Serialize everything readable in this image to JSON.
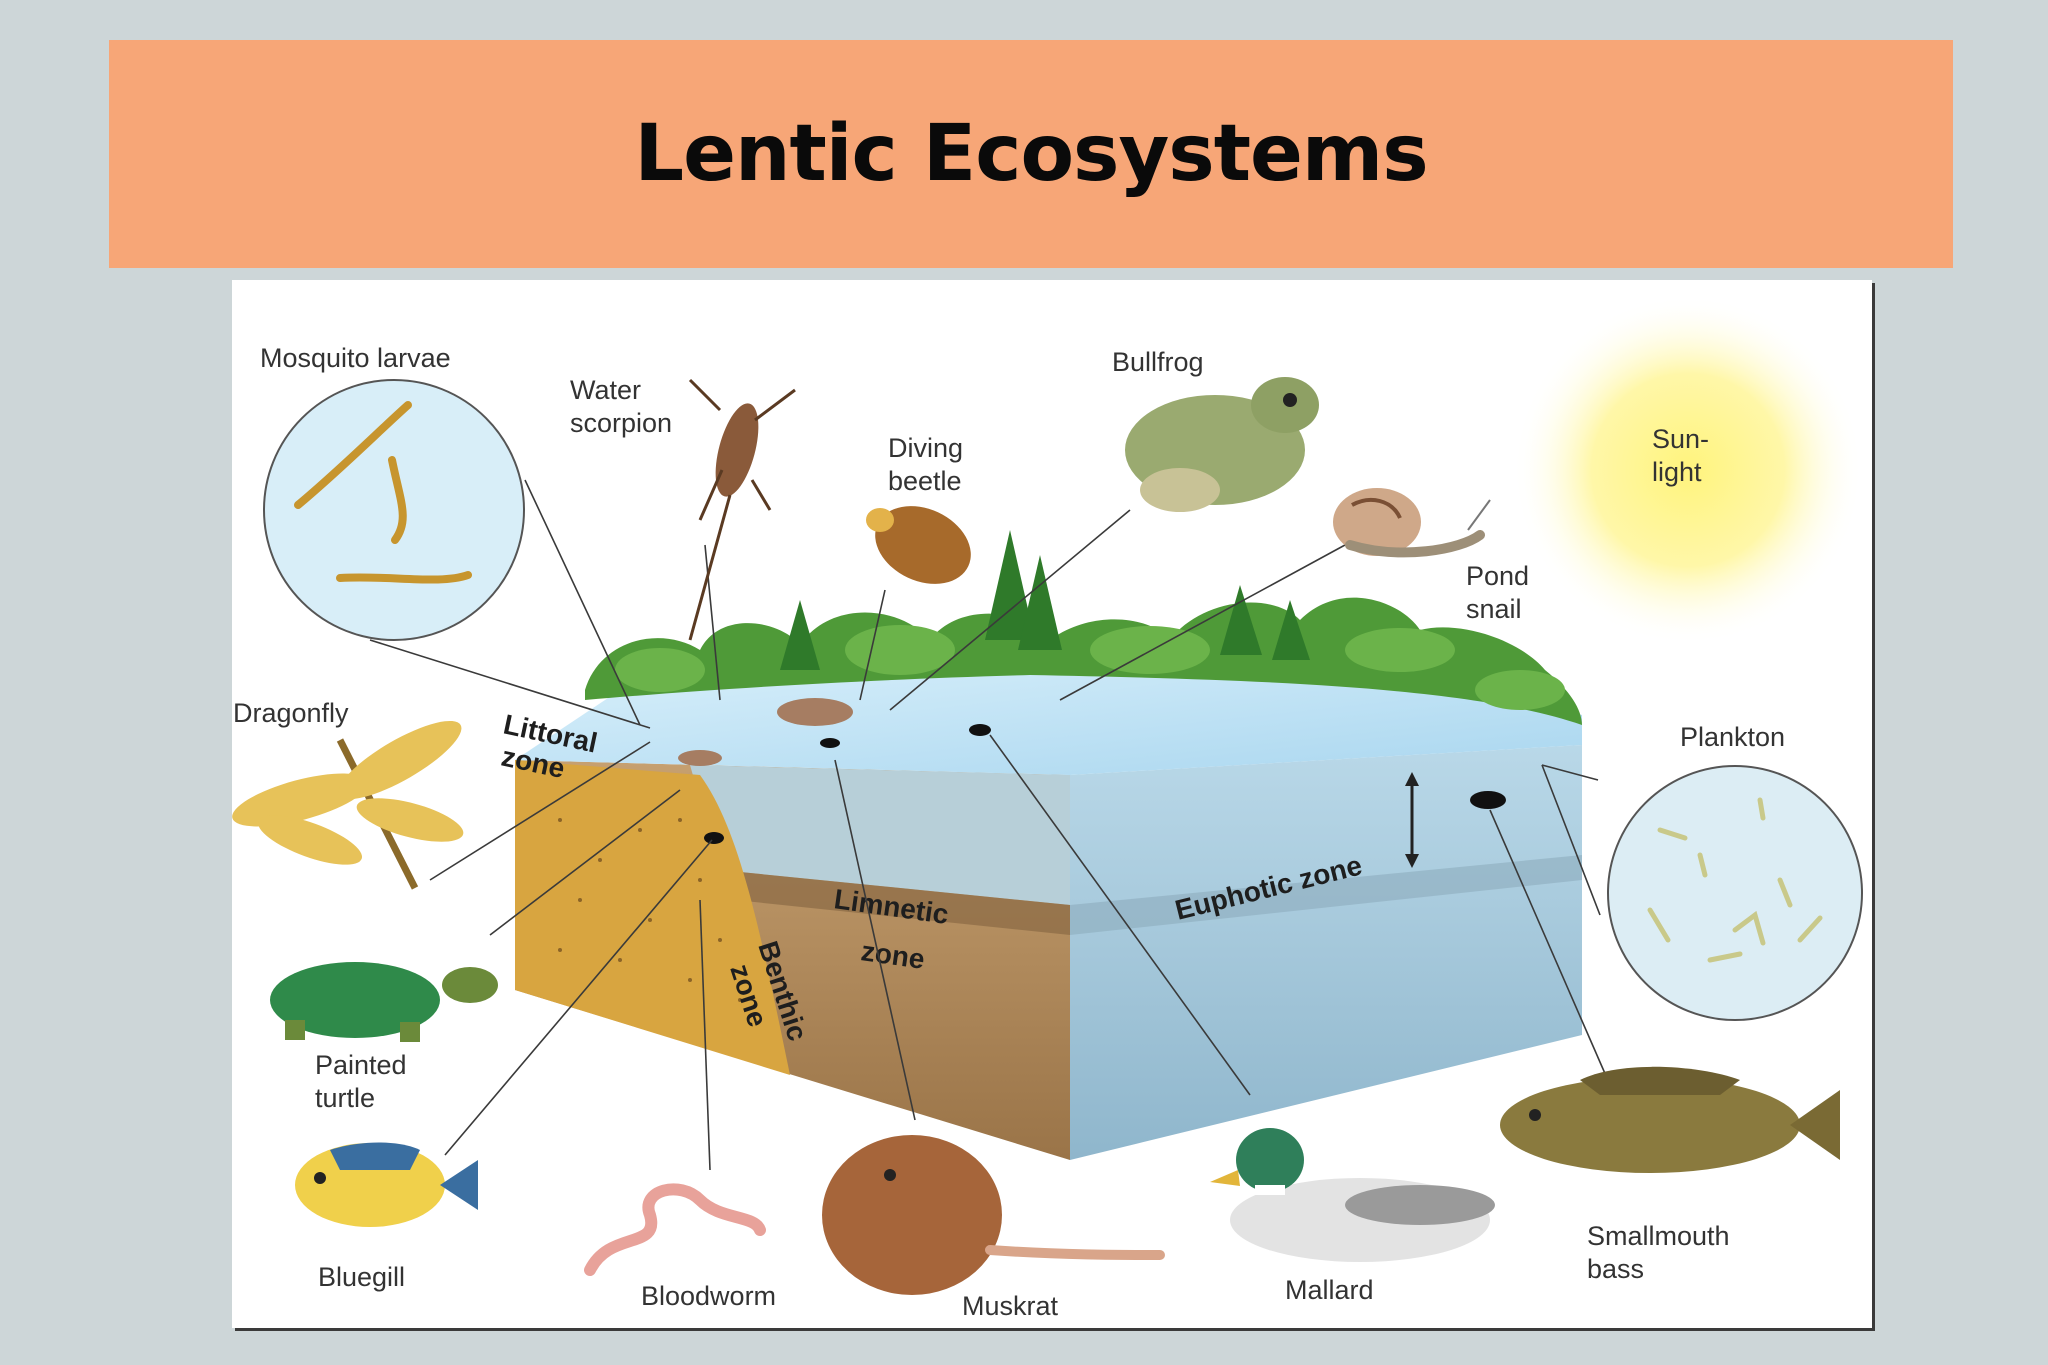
{
  "slide": {
    "title": "Lentic Ecosystems"
  },
  "labels": {
    "mosquito_1": "Mosquito larvae",
    "water_scorpion_1": "Water",
    "water_scorpion_2": "scorpion",
    "diving_beetle_1": "Diving",
    "diving_beetle_2": "beetle",
    "bullfrog": "Bullfrog",
    "sunlight_1": "Sun-",
    "sunlight_2": "light",
    "pond_snail_1": "Pond",
    "pond_snail_2": "snail",
    "dragonfly": "Dragonfly",
    "plankton": "Plankton",
    "painted_turtle_1": "Painted",
    "painted_turtle_2": "turtle",
    "bluegill": "Bluegill",
    "bloodworm": "Bloodworm",
    "muskrat": "Muskrat",
    "mallard": "Mallard",
    "smallmouth_1": "Smallmouth",
    "smallmouth_2": "bass"
  },
  "zones": {
    "littoral_1": "Littoral",
    "littoral_2": "zone",
    "limnetic_1": "Limnetic",
    "limnetic_2": "zone",
    "euphotic": "Euphotic zone",
    "benthic_1": "Benthic",
    "benthic_2": "zone"
  },
  "colors": {
    "banner": "#f7a677",
    "water_surface": "#bfe3f5",
    "water_side": "#9ec3d8",
    "sediment": "#b88a4e",
    "littoral_sand": "#d9a743",
    "vegetation": "#4f9a38",
    "sun": "#fff27a"
  }
}
